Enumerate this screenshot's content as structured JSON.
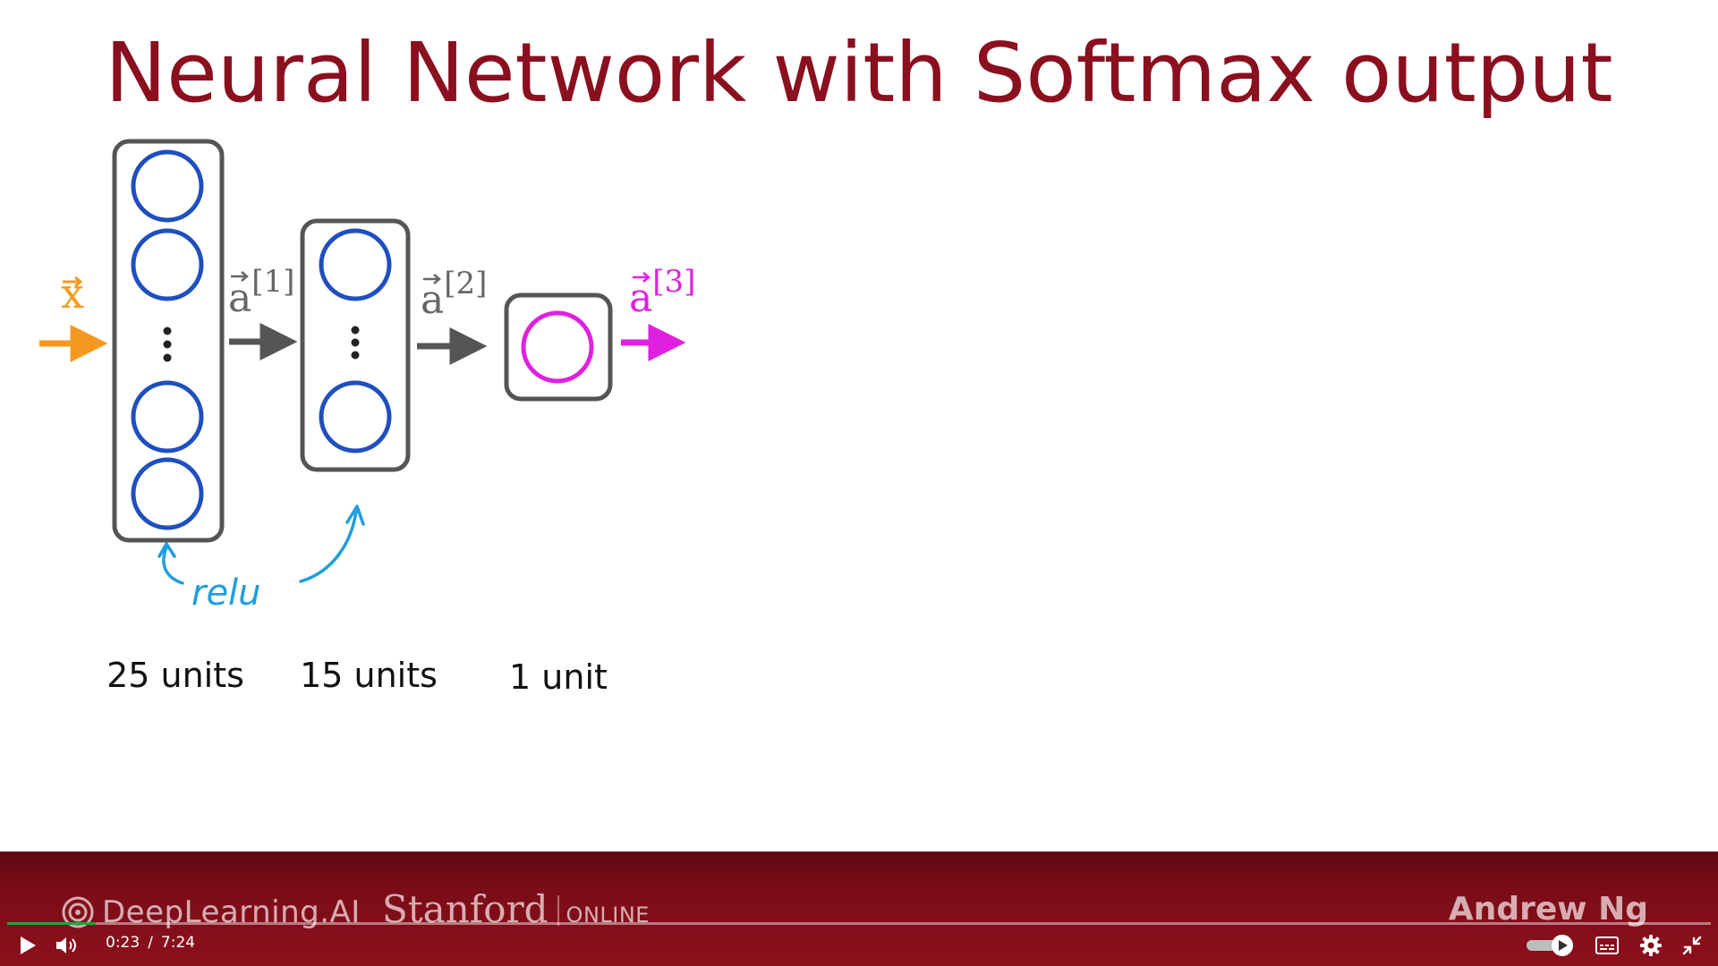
{
  "slide": {
    "title": "Neural Network with Softmax output",
    "input_label": "x",
    "activation_labels": [
      "a",
      "a",
      "a"
    ],
    "activation_superscripts": [
      "[1]",
      "[2]",
      "[3]"
    ],
    "annotation": "relu",
    "layer_units": [
      "25 units",
      "15 units",
      "1 unit"
    ]
  },
  "banner": {
    "brand_left": "DeepLearning.AI",
    "brand_center": "Stanford",
    "brand_center_suffix": "ONLINE",
    "presenter": "Andrew Ng"
  },
  "player": {
    "current_time": "0:23",
    "separator": "/",
    "duration": "7:24",
    "progress": 0.052,
    "icons": [
      "play-icon",
      "volume-icon",
      "autoplay-toggle",
      "captions-icon",
      "settings-icon",
      "exit-fullscreen-icon"
    ]
  },
  "colors": {
    "title": "#8a0f1f",
    "input": "#f39a1e",
    "neuron_blue": "#1f4fbf",
    "output_magenta": "#e020e0",
    "arrow_gray": "#555555",
    "annotation_blue": "#1f9ee0",
    "banner": "#7b0d18"
  }
}
